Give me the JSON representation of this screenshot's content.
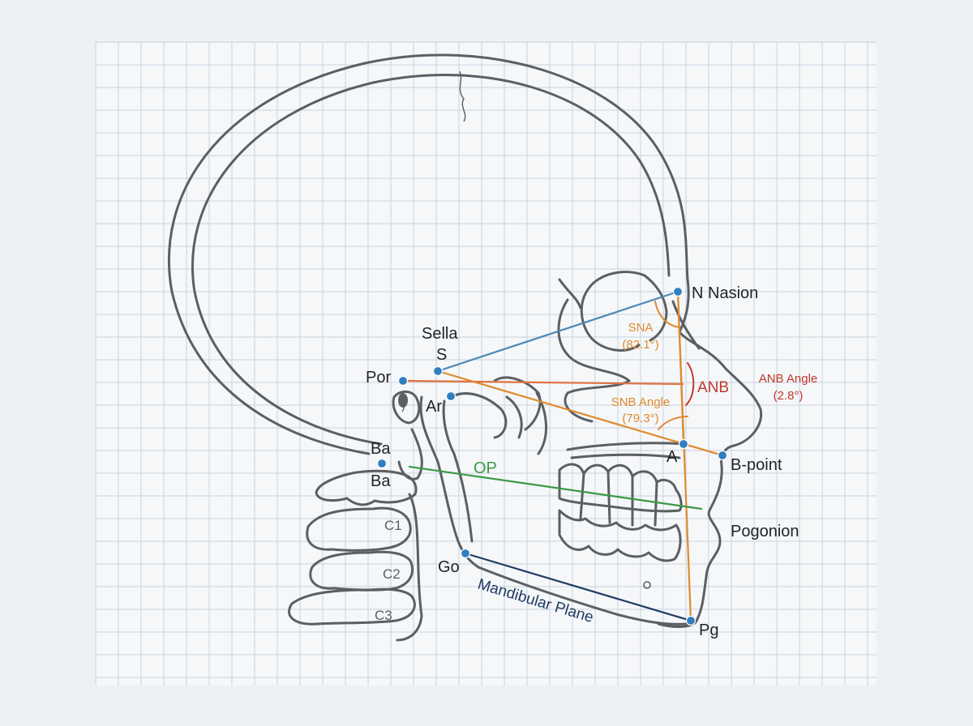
{
  "labels": {
    "nasion": "N Nasion",
    "sella_word": "Sella",
    "sella_letter": "S",
    "por": "Por",
    "ar": "Ar",
    "ba_top": "Ba",
    "ba_bottom": "Ba",
    "a_point": "A",
    "b_point": "B-point",
    "pogonion": "Pogonion",
    "go": "Go",
    "pg": "Pg",
    "op": "OP",
    "mandibular_plane": "Mandibular Plane",
    "sna_name": "SNA",
    "sna_value": "(82.1°)",
    "snb_name": "SNB Angle",
    "snb_value": "(79.3°)",
    "anb_short": "ANB",
    "anb_name": "ANB Angle",
    "anb_value": "(2.8°)",
    "c1": "C1",
    "c2": "C2",
    "c3": "C3"
  },
  "colors": {
    "grid": "#c9d3de",
    "bone": "#5b5f64",
    "landmark": "#2f7fc1",
    "sn_line": "#4b8ab8",
    "orange": "#e08a2e",
    "anb_red": "#c0392b",
    "op_green": "#3a9a45",
    "mandibular_navy": "#1f3b63"
  }
}
